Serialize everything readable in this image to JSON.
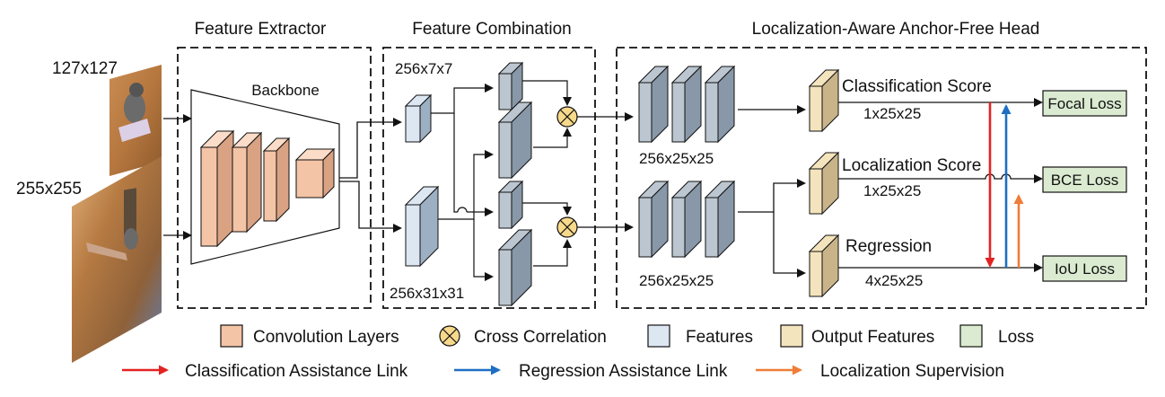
{
  "inputs": {
    "template_size": "127x127",
    "search_size": "255x255"
  },
  "sections": {
    "feature_extractor": "Feature Extractor",
    "feature_combination": "Feature Combination",
    "head": "Localization-Aware Anchor-Free Head"
  },
  "extractor": {
    "backbone": "Backbone"
  },
  "combination": {
    "template_feature": "256x7x7",
    "search_feature": "256x31x31"
  },
  "head": {
    "upper_feature": "256x25x25",
    "lower_feature": "256x25x25",
    "cls_score": "Classification Score",
    "cls_size": "1x25x25",
    "loc_score": "Localization Score",
    "loc_size": "1x25x25",
    "reg": "Regression",
    "reg_size": "4x25x25",
    "focal_loss": "Focal Loss",
    "bce_loss": "BCE Loss",
    "iou_loss": "IoU Loss"
  },
  "legend": {
    "conv": "Convolution Layers",
    "xcorr": "Cross Correlation",
    "features": "Features",
    "output": "Output Features",
    "loss": "Loss",
    "cls_link": "Classification Assistance Link",
    "reg_link": "Regression Assistance Link",
    "loc_sup": "Localization Supervision"
  },
  "colors": {
    "conv_face": "#f4c4a6",
    "conv_side": "#d9a283",
    "conv_top": "#fadcc8",
    "feat_face": "#dde7f2",
    "feat_side": "#9db0c3",
    "gray_face": "#bcc6d0",
    "gray_side": "#8898a8",
    "out_face": "#f4e4bd",
    "out_side": "#c9b48a",
    "loss_fill": "#dbebd1",
    "xcorr_fill": "#f7d98b",
    "cls_link": "#e32222",
    "reg_link": "#1e6fc2",
    "loc_sup": "#ee7d38"
  }
}
